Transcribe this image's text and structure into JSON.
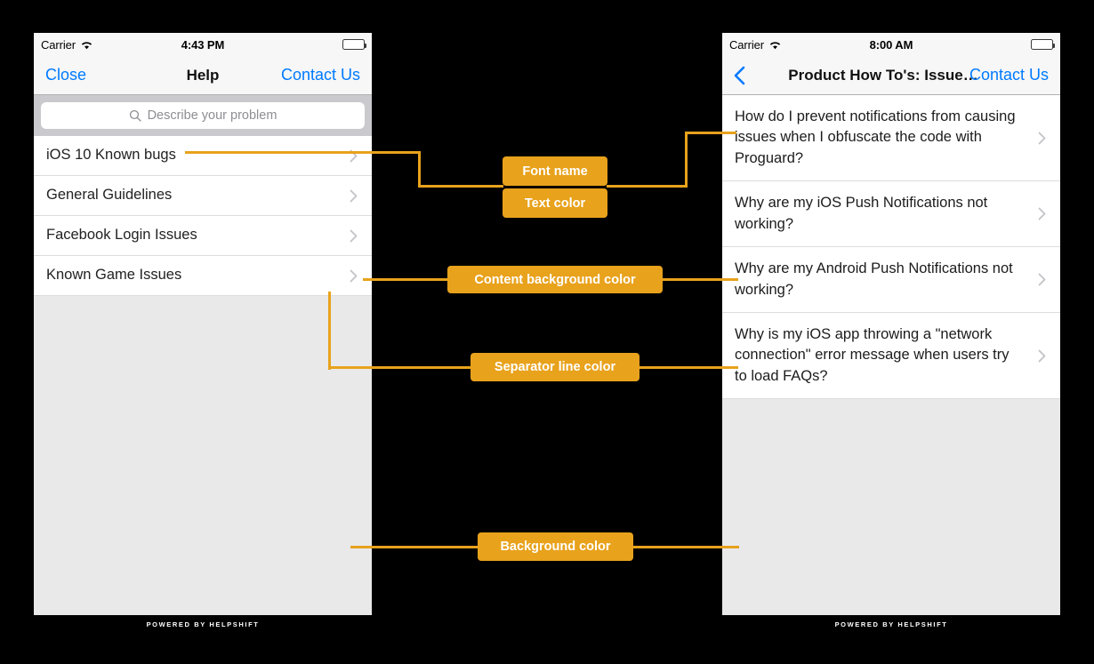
{
  "canvas": {
    "background_color": "#000000",
    "accent_color": "#e8a21c"
  },
  "phone_left": {
    "status_bar": {
      "carrier": "Carrier",
      "time": "4:43 PM",
      "wifi_icon": "wifi-icon",
      "battery_icon": "battery-icon"
    },
    "nav": {
      "left_label": "Close",
      "title": "Help",
      "right_label": "Contact Us"
    },
    "search": {
      "placeholder": "Describe your problem",
      "icon": "search-icon"
    },
    "list": [
      {
        "label": "iOS 10 Known bugs"
      },
      {
        "label": "General Guidelines"
      },
      {
        "label": "Facebook Login Issues"
      },
      {
        "label": "Known Game Issues"
      }
    ],
    "footer": {
      "text": "POWERED BY HELPSHIFT"
    }
  },
  "phone_right": {
    "status_bar": {
      "carrier": "Carrier",
      "time": "8:00 AM",
      "wifi_icon": "wifi-icon",
      "battery_icon": "battery-icon"
    },
    "nav": {
      "back_icon": "back-chevron-icon",
      "title": "Product How To's: Issue…",
      "right_label": "Contact Us"
    },
    "list": [
      {
        "label": "How do I prevent notifications from causing issues when I obfuscate the code with Proguard?"
      },
      {
        "label": "Why are my iOS Push Notifications not working?"
      },
      {
        "label": "Why are my Android Push Notifications not working?"
      },
      {
        "label": "Why is my iOS app throwing a \"network connection\" error message when users try to load FAQs?"
      }
    ],
    "footer": {
      "text": "POWERED BY HELPSHIFT"
    }
  },
  "annotations": [
    {
      "id": "font-name",
      "label": "Font name"
    },
    {
      "id": "text-color",
      "label": "Text color"
    },
    {
      "id": "content-bg",
      "label": "Content background color"
    },
    {
      "id": "separator",
      "label": "Separator line color"
    },
    {
      "id": "background",
      "label": "Background color"
    }
  ]
}
